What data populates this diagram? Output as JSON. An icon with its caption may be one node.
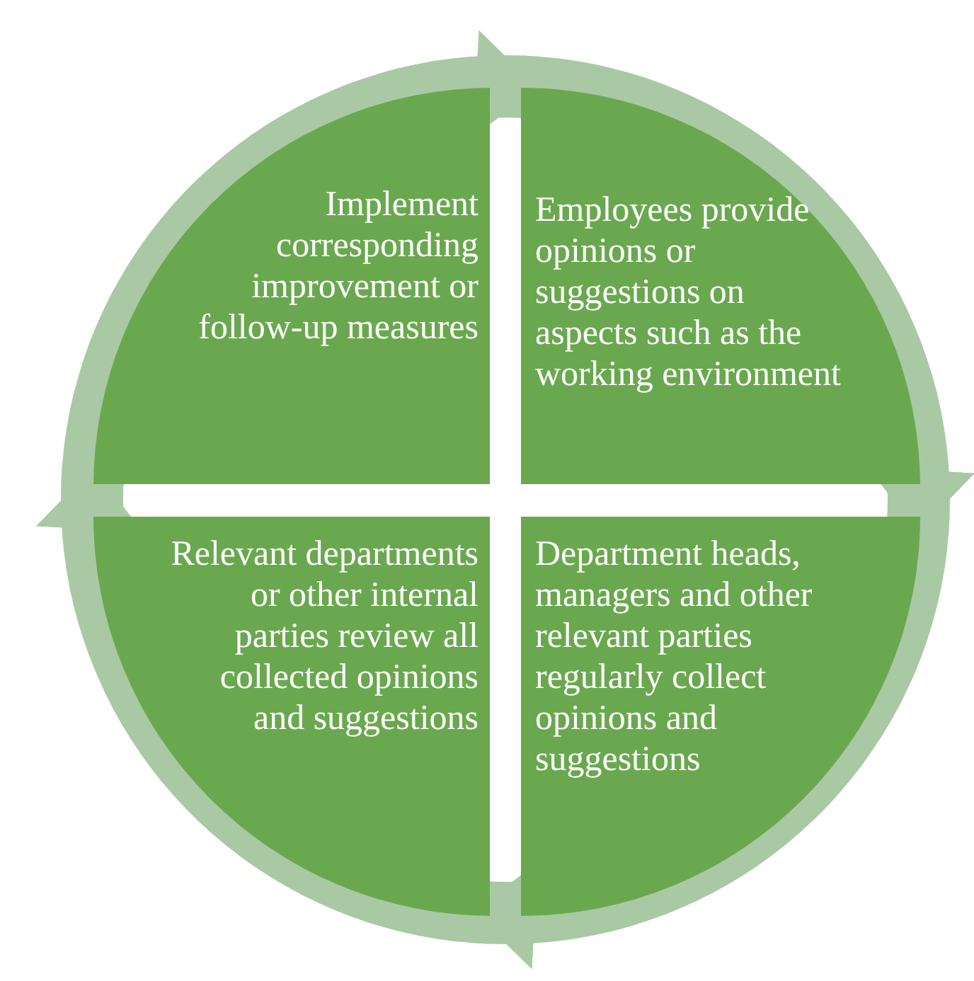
{
  "diagram": {
    "nodes": [
      {
        "text": [
          "Implement corresponding improvement or follow-up measures"
        ]
      },
      {
        "text": [
          "Employees provide opinions or suggestions on aspects such as the working environment"
        ]
      },
      {
        "text": [
          "Relevant departments or other internal parties review all collected opinions and suggestions"
        ]
      },
      {
        "text": [
          "Department heads, managers and other relevant parties regularly collect opinions and suggestions"
        ]
      }
    ],
    "edges": [
      {
        "from": 0,
        "to": 1,
        "arrow": "to"
      },
      {
        "from": 1,
        "to": 3,
        "arrow": "to"
      },
      {
        "from": 3,
        "to": 2,
        "arrow": "to"
      },
      {
        "from": 2,
        "to": 0,
        "arrow": "to"
      }
    ]
  }
}
